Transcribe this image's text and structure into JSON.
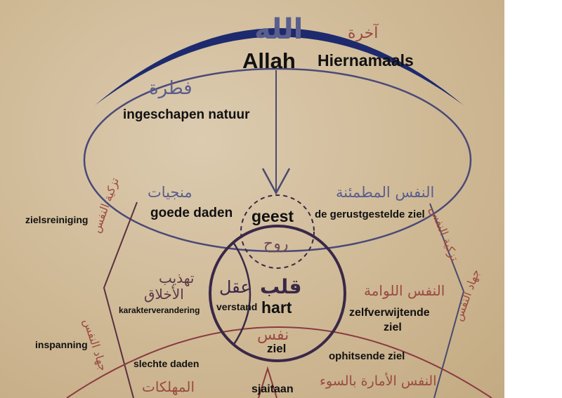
{
  "colors": {
    "paper": "#cfb995",
    "top_arc": "#1e2a6e",
    "ellipse": "#4a4a78",
    "heart": "#3a2848",
    "soul_arc": "#8a3a40",
    "arrow": "#4a4a6e",
    "arabic_blue": "#5a5e8e",
    "arabic_red": "#9a4a42",
    "label": "#111111"
  },
  "arabic": {
    "allah": "الله",
    "akhira": "آخرة",
    "fitra": "فطرة",
    "munjiyat": "منجيات",
    "nafs_mutmainna": "النفس المطمئنة",
    "tazkiya_left": "تزكية النفس",
    "tazkiya_right": "تزكية النفس",
    "ruh": "روح",
    "aql": "عقل",
    "qalb": "قلب",
    "tahdhib": "تهذيب",
    "akhlaq": "الأخلاق",
    "nafs_lawwama": "النفس اللوامة",
    "jihad_left": "جهاد النفس",
    "jihad_right": "جهاد النفس",
    "nafs": "نفس",
    "muhlikat": "المهلكات",
    "nafs_ammara": "النفس الأمارة بالسوء"
  },
  "labels": {
    "allah": "Allah",
    "hiernamaals": "Hiernamaals",
    "ingeschapen_natuur": "ingeschapen natuur",
    "zielsreiniging": "zielsreiniging",
    "goede_daden": "goede daden",
    "geest": "geest",
    "gerustgestelde_ziel": "de gerustgestelde ziel",
    "karakterverandering": "karakterverandering",
    "verstand": "verstand",
    "hart": "hart",
    "zelfverwijtende": "zelfverwijtende",
    "ziel_line2": "ziel",
    "inspanning": "inspanning",
    "ziel": "ziel",
    "ophitsende_ziel": "ophitsende ziel",
    "slechte_daden": "slechte daden",
    "sjaitaan": "sjaitaan"
  }
}
